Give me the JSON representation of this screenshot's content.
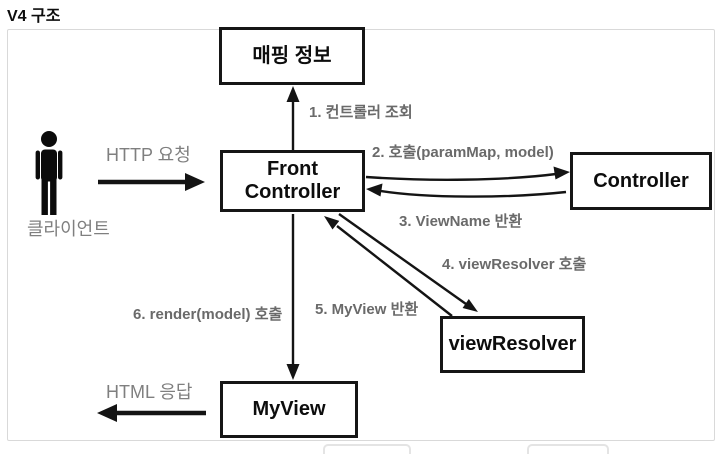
{
  "page": {
    "title": "V4 구조"
  },
  "diagram": {
    "nodes": {
      "mapping_info": {
        "label": "매핑 정보"
      },
      "front_controller": {
        "label": "Front Controller"
      },
      "controller": {
        "label": "Controller"
      },
      "view_resolver": {
        "label": "viewResolver"
      },
      "my_view": {
        "label": "MyView"
      }
    },
    "actor": {
      "label": "클라이언트",
      "icon": "person-icon"
    },
    "edges": {
      "http_request": {
        "label": "HTTP 요청",
        "direction": "client-to-front-controller"
      },
      "step1": {
        "label": "1. 컨트롤러 조회",
        "direction": "front-controller-to-mapping-info"
      },
      "step2": {
        "label": "2. 호출(paramMap, model)",
        "direction": "front-controller-to-controller"
      },
      "step3": {
        "label": "3. ViewName 반환",
        "direction": "controller-to-front-controller"
      },
      "step4": {
        "label": "4. viewResolver 호출",
        "direction": "front-controller-to-view-resolver"
      },
      "step5": {
        "label": "5. MyView 반환",
        "direction": "view-resolver-to-front-controller"
      },
      "step6": {
        "label": "6. render(model) 호출",
        "direction": "front-controller-to-my-view"
      },
      "html_response": {
        "label": "HTML 응답",
        "direction": "my-view-to-client"
      }
    },
    "colors": {
      "box_border": "#161616",
      "step_label": "#6a6a6a",
      "side_label": "#7f7f7f",
      "frame_border": "#d9d9d9",
      "arrow": "#141414"
    }
  }
}
